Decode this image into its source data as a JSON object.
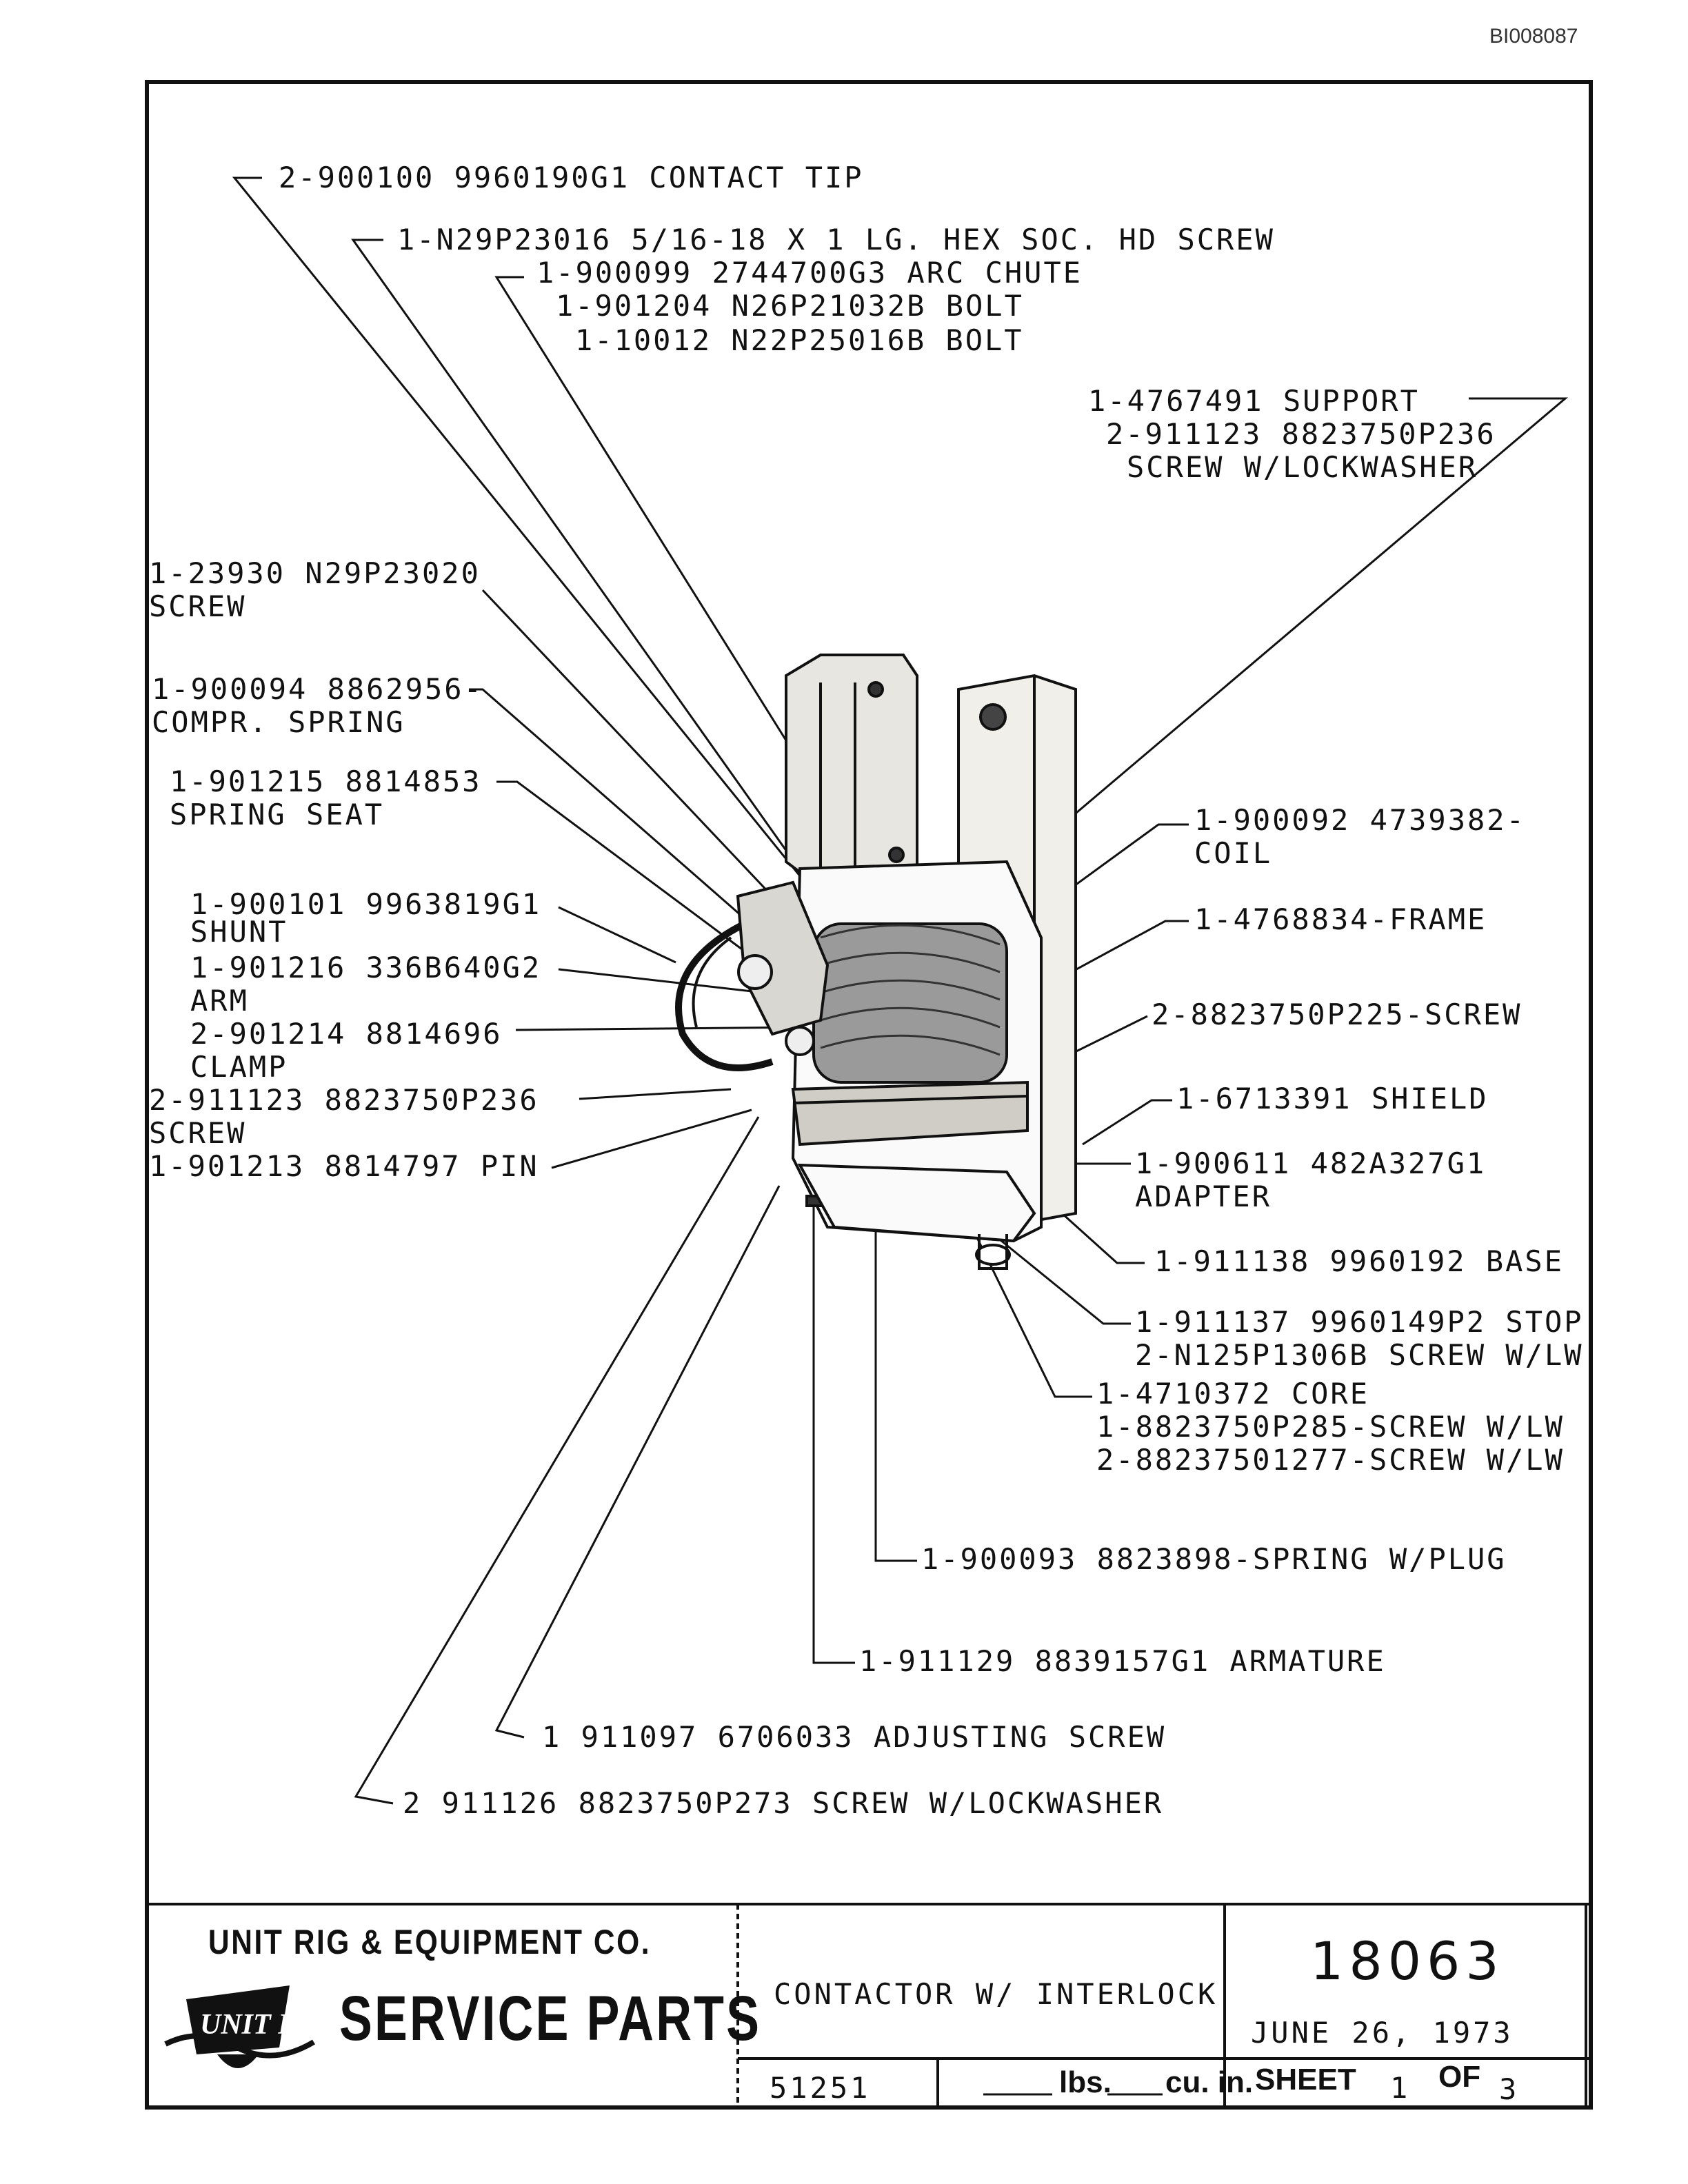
{
  "doc_id": "BI008087",
  "callouts": {
    "c01": "2-900100 9960190G1 CONTACT TIP",
    "c02": "1-N29P23016 5/16-18 X 1 LG. HEX SOC. HD SCREW",
    "c03": "1-900099 2744700G3 ARC CHUTE",
    "c04": "1-901204 N26P21032B BOLT",
    "c05": "1-10012 N22P25016B BOLT",
    "c06": "1-4767491 SUPPORT",
    "c07": "2-911123 8823750P236",
    "c08": "SCREW W/LOCKWASHER",
    "c09": "1-23930 N29P23020",
    "c10": "SCREW",
    "c11": "1-900094 8862956-",
    "c12": "COMPR. SPRING",
    "c13": "1-901215 8814853",
    "c14": "SPRING SEAT",
    "c15": "1-900101 9963819G1",
    "c16": "SHUNT",
    "c17": "1-901216 336B640G2",
    "c18": "ARM",
    "c19": "2-901214 8814696",
    "c20": "CLAMP",
    "c21": "2-911123 8823750P236",
    "c22": "SCREW",
    "c23": "1-901213 8814797 PIN",
    "c24": "1-900092 4739382-",
    "c25": "COIL",
    "c26": "1-4768834-FRAME",
    "c27": "2-8823750P225-SCREW",
    "c28": "1-6713391 SHIELD",
    "c29": "1-900611 482A327G1",
    "c30": "ADAPTER",
    "c31": "1-911138 9960192 BASE",
    "c32": "1-911137 9960149P2 STOP",
    "c33": "2-N125P1306B SCREW W/LW",
    "c34": "1-4710372 CORE",
    "c35": "1-8823750P285-SCREW W/LW",
    "c36": "2-88237501277-SCREW W/LW",
    "c37": "1-900093 8823898-SPRING W/PLUG",
    "c38": "1-911129 8839157G1 ARMATURE",
    "c39": "1 911097 6706033 ADJUSTING SCREW",
    "c40": "2 911126 8823750P273 SCREW W/LOCKWASHER"
  },
  "title_block": {
    "company": "UNIT RIG & EQUIPMENT CO.",
    "logo_text": "UNIT RIG",
    "service_parts": "SERVICE PARTS",
    "description": "CONTACTOR W/ INTERLOCK",
    "drawing_number": "18063",
    "date": "JUNE 26, 1973",
    "part_number": "51251",
    "lbs_label": "lbs.",
    "cu_in_label": "cu. in.",
    "sheet_label": "SHEET",
    "sheet_number": "1",
    "of_label": "OF",
    "sheet_total": "3"
  }
}
